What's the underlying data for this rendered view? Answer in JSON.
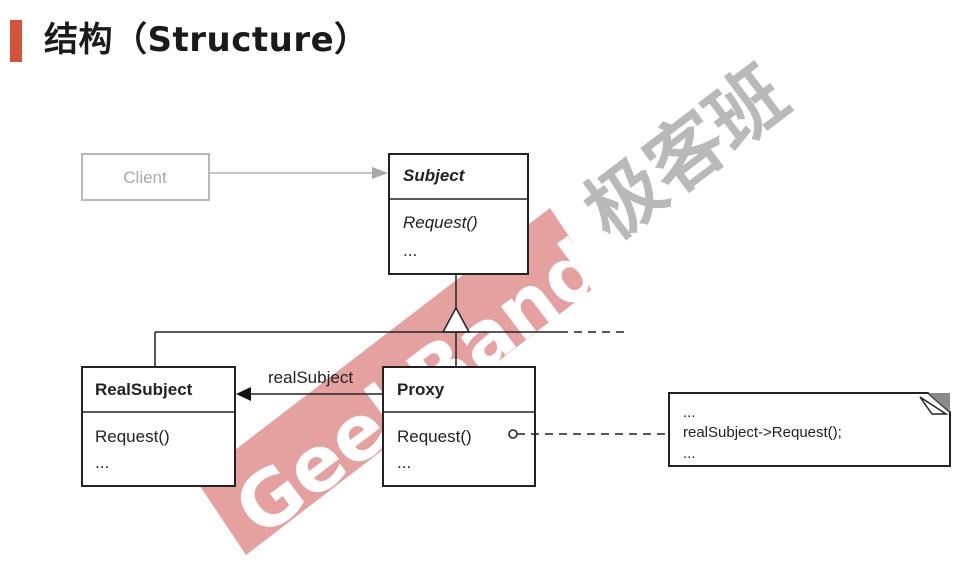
{
  "header": {
    "title": "结构（Structure）"
  },
  "diagram": {
    "client": {
      "name": "Client"
    },
    "subject": {
      "name": "Subject",
      "operation": "Request()",
      "more": "..."
    },
    "real_subject": {
      "name": "RealSubject",
      "operation": "Request()",
      "more": "..."
    },
    "proxy": {
      "name": "Proxy",
      "operation": "Request()",
      "more": "..."
    },
    "association_label": "realSubject",
    "note": {
      "line1": "...",
      "line2": "realSubject->Request();",
      "line3": "..."
    }
  },
  "watermark": {
    "latin": "GeekBand",
    "cjk": "极客班",
    "band_color": "#e5a0a0"
  }
}
